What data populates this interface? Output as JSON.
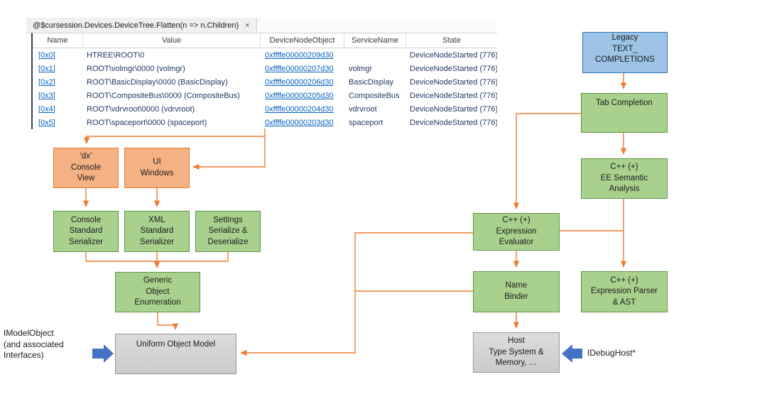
{
  "colors": {
    "orange_line": "#ED7D31",
    "salmon_fill": "#F4B183",
    "green_fill": "#A9D18E",
    "green_border": "#619646",
    "blue_fill": "#9DC3E6",
    "blue_border": "#2E75B6",
    "gray_fill": "#D6D6D6",
    "block_arrow_blue": "#4472C4",
    "link_blue": "#0563C1",
    "table_text_navy": "#203864"
  },
  "tab": {
    "title": "@$cursession.Devices.DeviceTree.Flatten(n => n.Children)",
    "close_label": "×"
  },
  "table": {
    "columns": [
      "Name",
      "Value",
      "DeviceNodeObject",
      "ServiceName",
      "State"
    ],
    "rows": [
      {
        "name": "[0x0]",
        "value": "HTREE\\ROOT\\0",
        "object": "0xffffe00000209d30",
        "service": "",
        "state": "DeviceNodeStarted (776)"
      },
      {
        "name": "[0x1]",
        "value": "ROOT\\volmgr\\0000 (volmgr)",
        "object": "0xffffe00000207d30",
        "service": "volmgr",
        "state": "DeviceNodeStarted (776)"
      },
      {
        "name": "[0x2]",
        "value": "ROOT\\BasicDisplay\\0000 (BasicDisplay)",
        "object": "0xffffe00000206d30",
        "service": "BasicDisplay",
        "state": "DeviceNodeStarted (776)"
      },
      {
        "name": "[0x3]",
        "value": "ROOT\\CompositeBus\\0000 (CompositeBus)",
        "object": "0xffffe00000205d30",
        "service": "CompositeBus",
        "state": "DeviceNodeStarted (776)"
      },
      {
        "name": "[0x4]",
        "value": "ROOT\\vdrvroot\\0000 (vdrvroot)",
        "object": "0xffffe00000204d30",
        "service": "vdrvroot",
        "state": "DeviceNodeStarted (776)"
      },
      {
        "name": "[0x5]",
        "value": "ROOT\\spaceport\\0000 (spaceport)",
        "object": "0xffffe00000203d30",
        "service": "spaceport",
        "state": "DeviceNodeStarted (776)"
      }
    ]
  },
  "diagram": {
    "boxes": {
      "legacy": "Legacy\nTEXT_\nCOMPLETIONS",
      "tab_completion": "Tab Completion",
      "ee_semantic": "C++ (+)\nEE Semantic\nAnalysis",
      "dx_console": "‘dx’\nConsole\nView",
      "ui_windows": "UI\nWindows",
      "console_serializer": "Console\nStandard\nSerializer",
      "xml_serializer": "XML\nStandard\nSerializer",
      "settings_serializer": "Settings\nSerialize &\nDeserialize",
      "generic_enumeration": "Generic\nObject\nEnumeration",
      "uniform_object_model": "Uniform Object Model",
      "expression_evaluator": "C++ (+)\nExpression\nEvaluator",
      "name_binder": "Name\nBinder",
      "expression_parser": "C++ (+)\nExpression Parser\n& AST",
      "host": "Host\nType System &\nMemory, …"
    },
    "labels": {
      "imodelobject": "IModelObject\n(and associated\nInterfaces)",
      "idebughost": "IDebugHost*"
    },
    "connections": [
      "query-table -> dx-console-view",
      "query-table -> ui-windows",
      "dx-console-view -> console-serializer",
      "ui-windows -> xml-serializer",
      "serializers -> generic-object-enumeration",
      "generic-object-enumeration -> uniform-object-model",
      "legacy-text-completions -> tab-completion",
      "tab-completion -> ee-semantic-analysis",
      "tab-completion -> expression-evaluator",
      "ee-semantic-analysis -> expression-parser-ast",
      "expression-evaluator -> expression-parser-ast",
      "expression-evaluator -> name-binder",
      "expression-evaluator -> uniform-object-model",
      "name-binder -> uniform-object-model",
      "name-binder -> host",
      "imodelobject -> uniform-object-model",
      "idebughost -> host"
    ]
  }
}
